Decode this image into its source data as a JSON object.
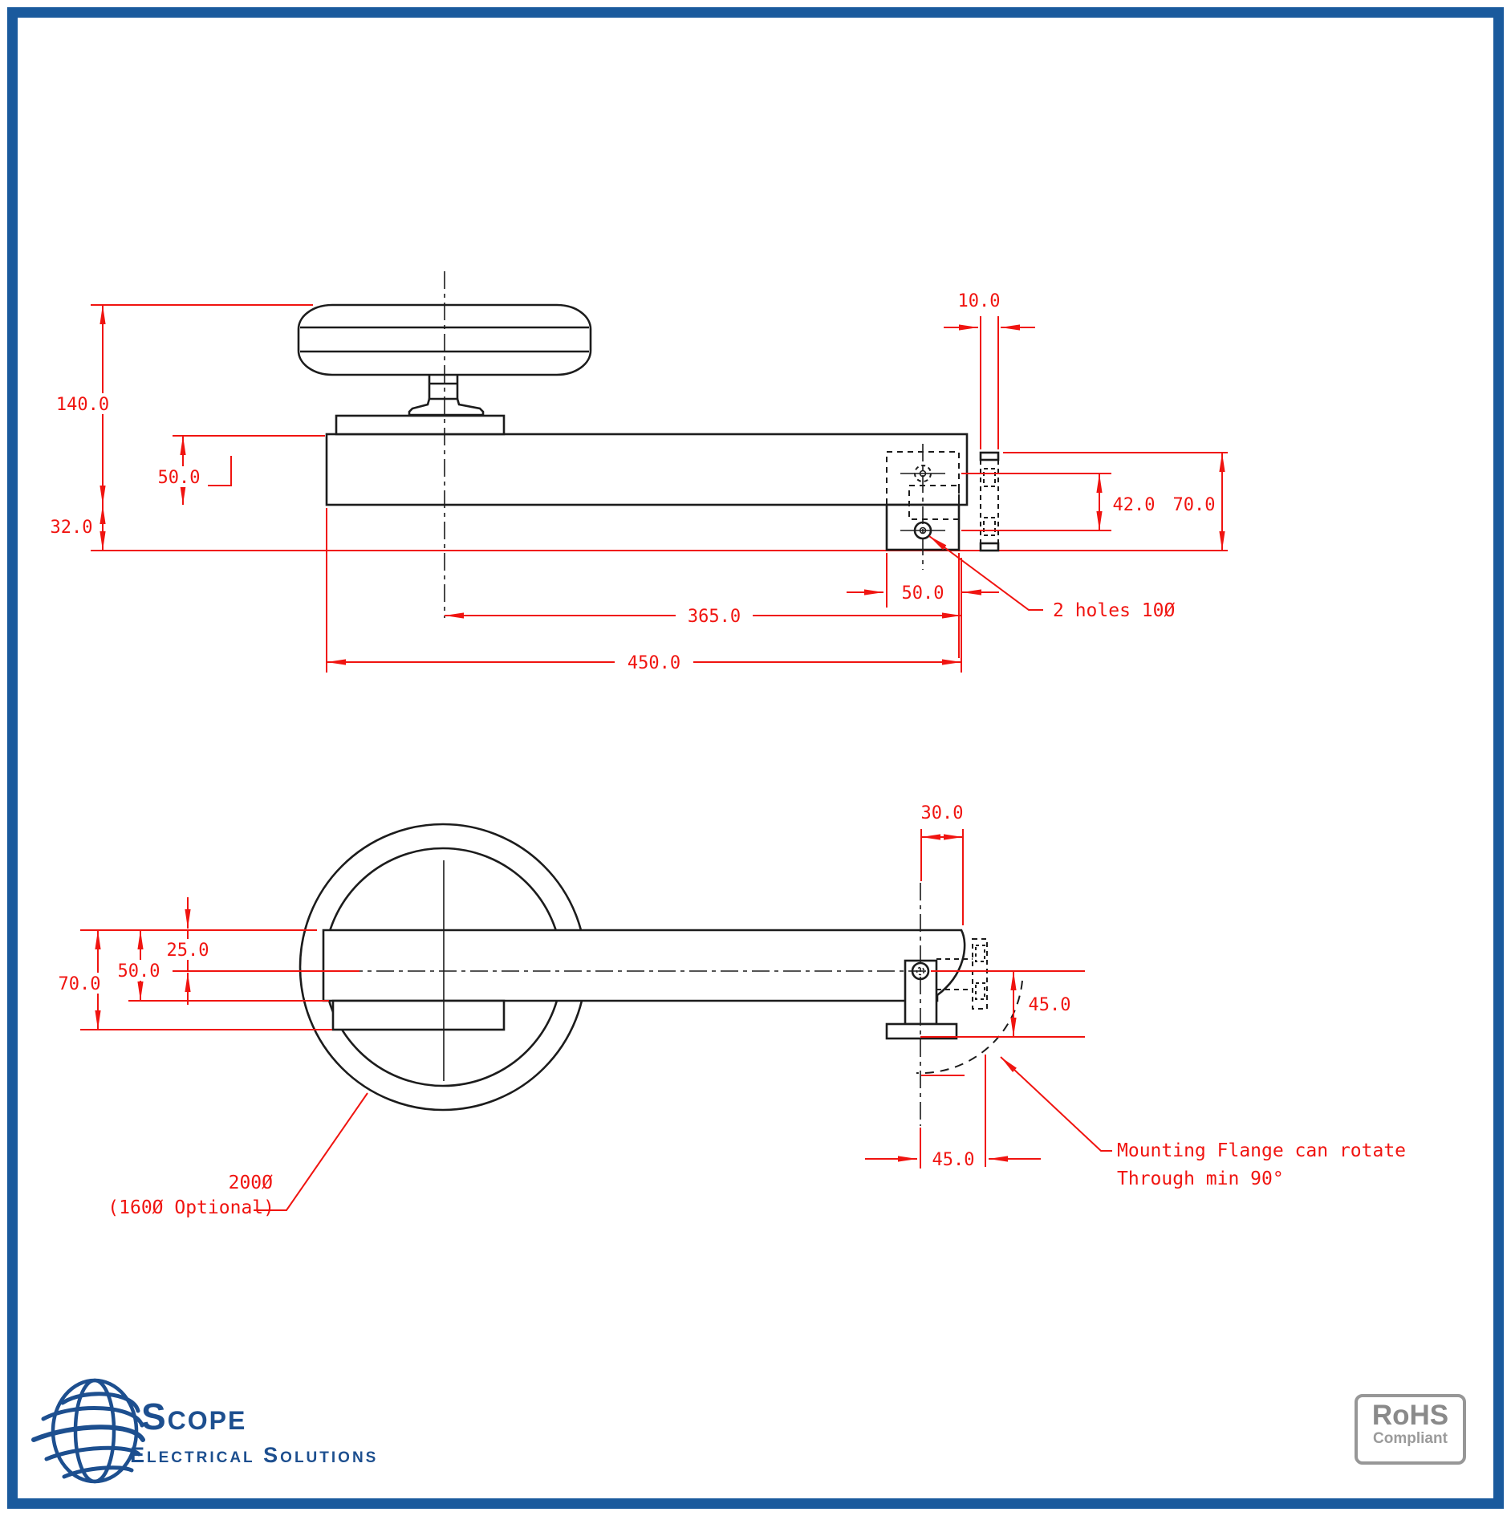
{
  "drawing": {
    "top_view": {
      "dim_total_height": "140.0",
      "dim_arm_height": "50.0",
      "dim_drop_below_arm": "32.0",
      "dim_plate_thickness": "10.0",
      "dim_hole_spacing": "42.0",
      "dim_flange_height": "70.0",
      "dim_flange_width": "50.0",
      "dim_centre_to_flange": "365.0",
      "dim_overall_length": "450.0",
      "note_holes": "2 holes 10Ø"
    },
    "plan_view": {
      "dim_pivot_offset": "30.0",
      "dim_half_arm": "25.0",
      "dim_arm_width": "50.0",
      "dim_total_width": "70.0",
      "dim_flange_right": "45.0",
      "dim_flange_bottom": "45.0",
      "note_wheel_dia_line1": "200Ø",
      "note_wheel_dia_line2": "(160Ø Optional)",
      "note_rotate_line1": "Mounting Flange can rotate",
      "note_rotate_line2": "Through min 90°"
    }
  },
  "branding": {
    "company_name": "Scope",
    "company_tagline": "Electrical Solutions"
  },
  "badges": {
    "rohs_title": "RoHS",
    "rohs_subtitle": "Compliant"
  },
  "colors": {
    "dimension_red": "#f01410",
    "line_black": "#1c1c1c",
    "brand_blue": "#1d4f8f",
    "border_blue": "#1a5a9d",
    "badge_gray": "#979797"
  }
}
